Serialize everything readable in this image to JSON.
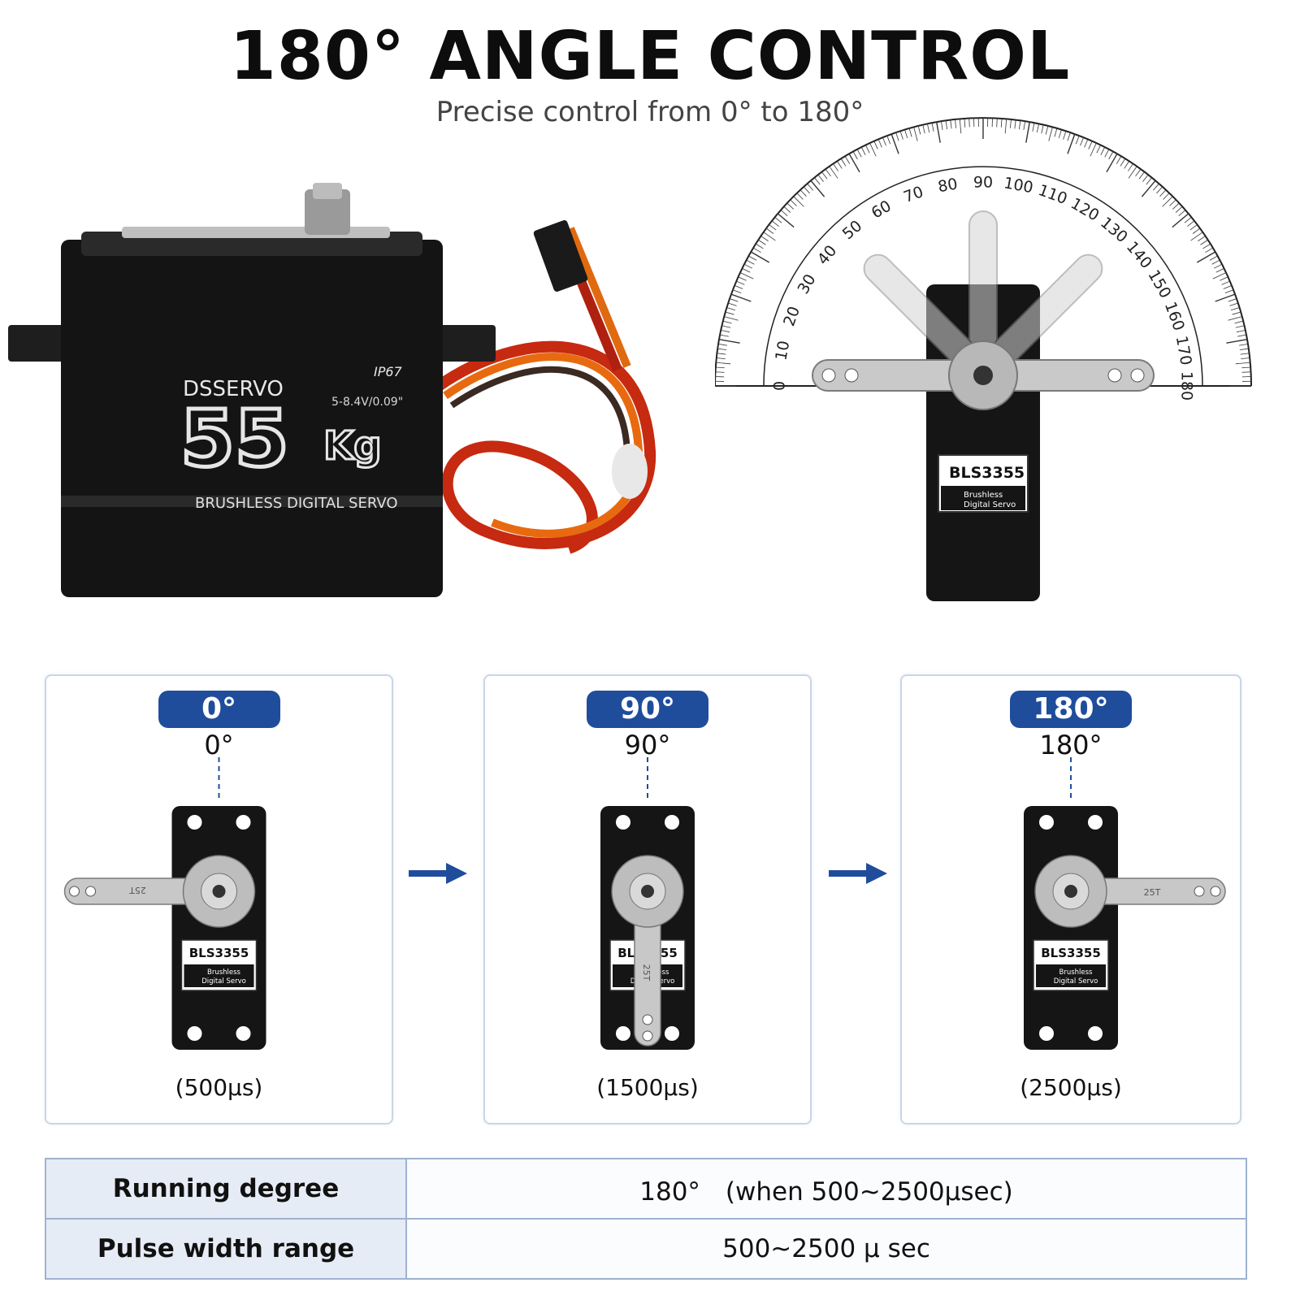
{
  "header": {
    "title": "180° ANGLE CONTROL",
    "subtitle": "Precise control from 0° to 180°"
  },
  "product": {
    "brand": "DSSERVO",
    "rating": "IP67",
    "voltage": "5-8.4V/0.09\"",
    "torque_number": "55",
    "torque_unit": "Kg",
    "type_line": "BRUSHLESS DIGITAL SERVO",
    "model": "BLS3355",
    "label_line1": "Brushless",
    "label_line2": "Digital Servo",
    "horn_mark": "25T"
  },
  "protractor": {
    "ticks": [
      "0",
      "10",
      "20",
      "30",
      "40",
      "50",
      "60",
      "70",
      "80",
      "90",
      "100",
      "110",
      "120",
      "130",
      "140",
      "150",
      "160",
      "170",
      "180"
    ]
  },
  "positions": [
    {
      "badge": "0°",
      "angle": "0°",
      "pulse": "(500μs)",
      "arm_angle_deg": 0
    },
    {
      "badge": "90°",
      "angle": "90°",
      "pulse": "(1500μs)",
      "arm_angle_deg": 90
    },
    {
      "badge": "180°",
      "angle": "180°",
      "pulse": "(2500μs)",
      "arm_angle_deg": 180
    }
  ],
  "specs": [
    {
      "label": "Running degree",
      "value": "180°　(when 500~2500μsec)"
    },
    {
      "label": "Pulse width range",
      "value": "500~2500 μ sec"
    }
  ],
  "colors": {
    "badge_blue": "#1f4d9c",
    "arrow_blue": "#1f4d9c",
    "table_header_bg": "#e6ecf5",
    "table_border": "#9eb2cf",
    "servo_body": "#151515"
  }
}
